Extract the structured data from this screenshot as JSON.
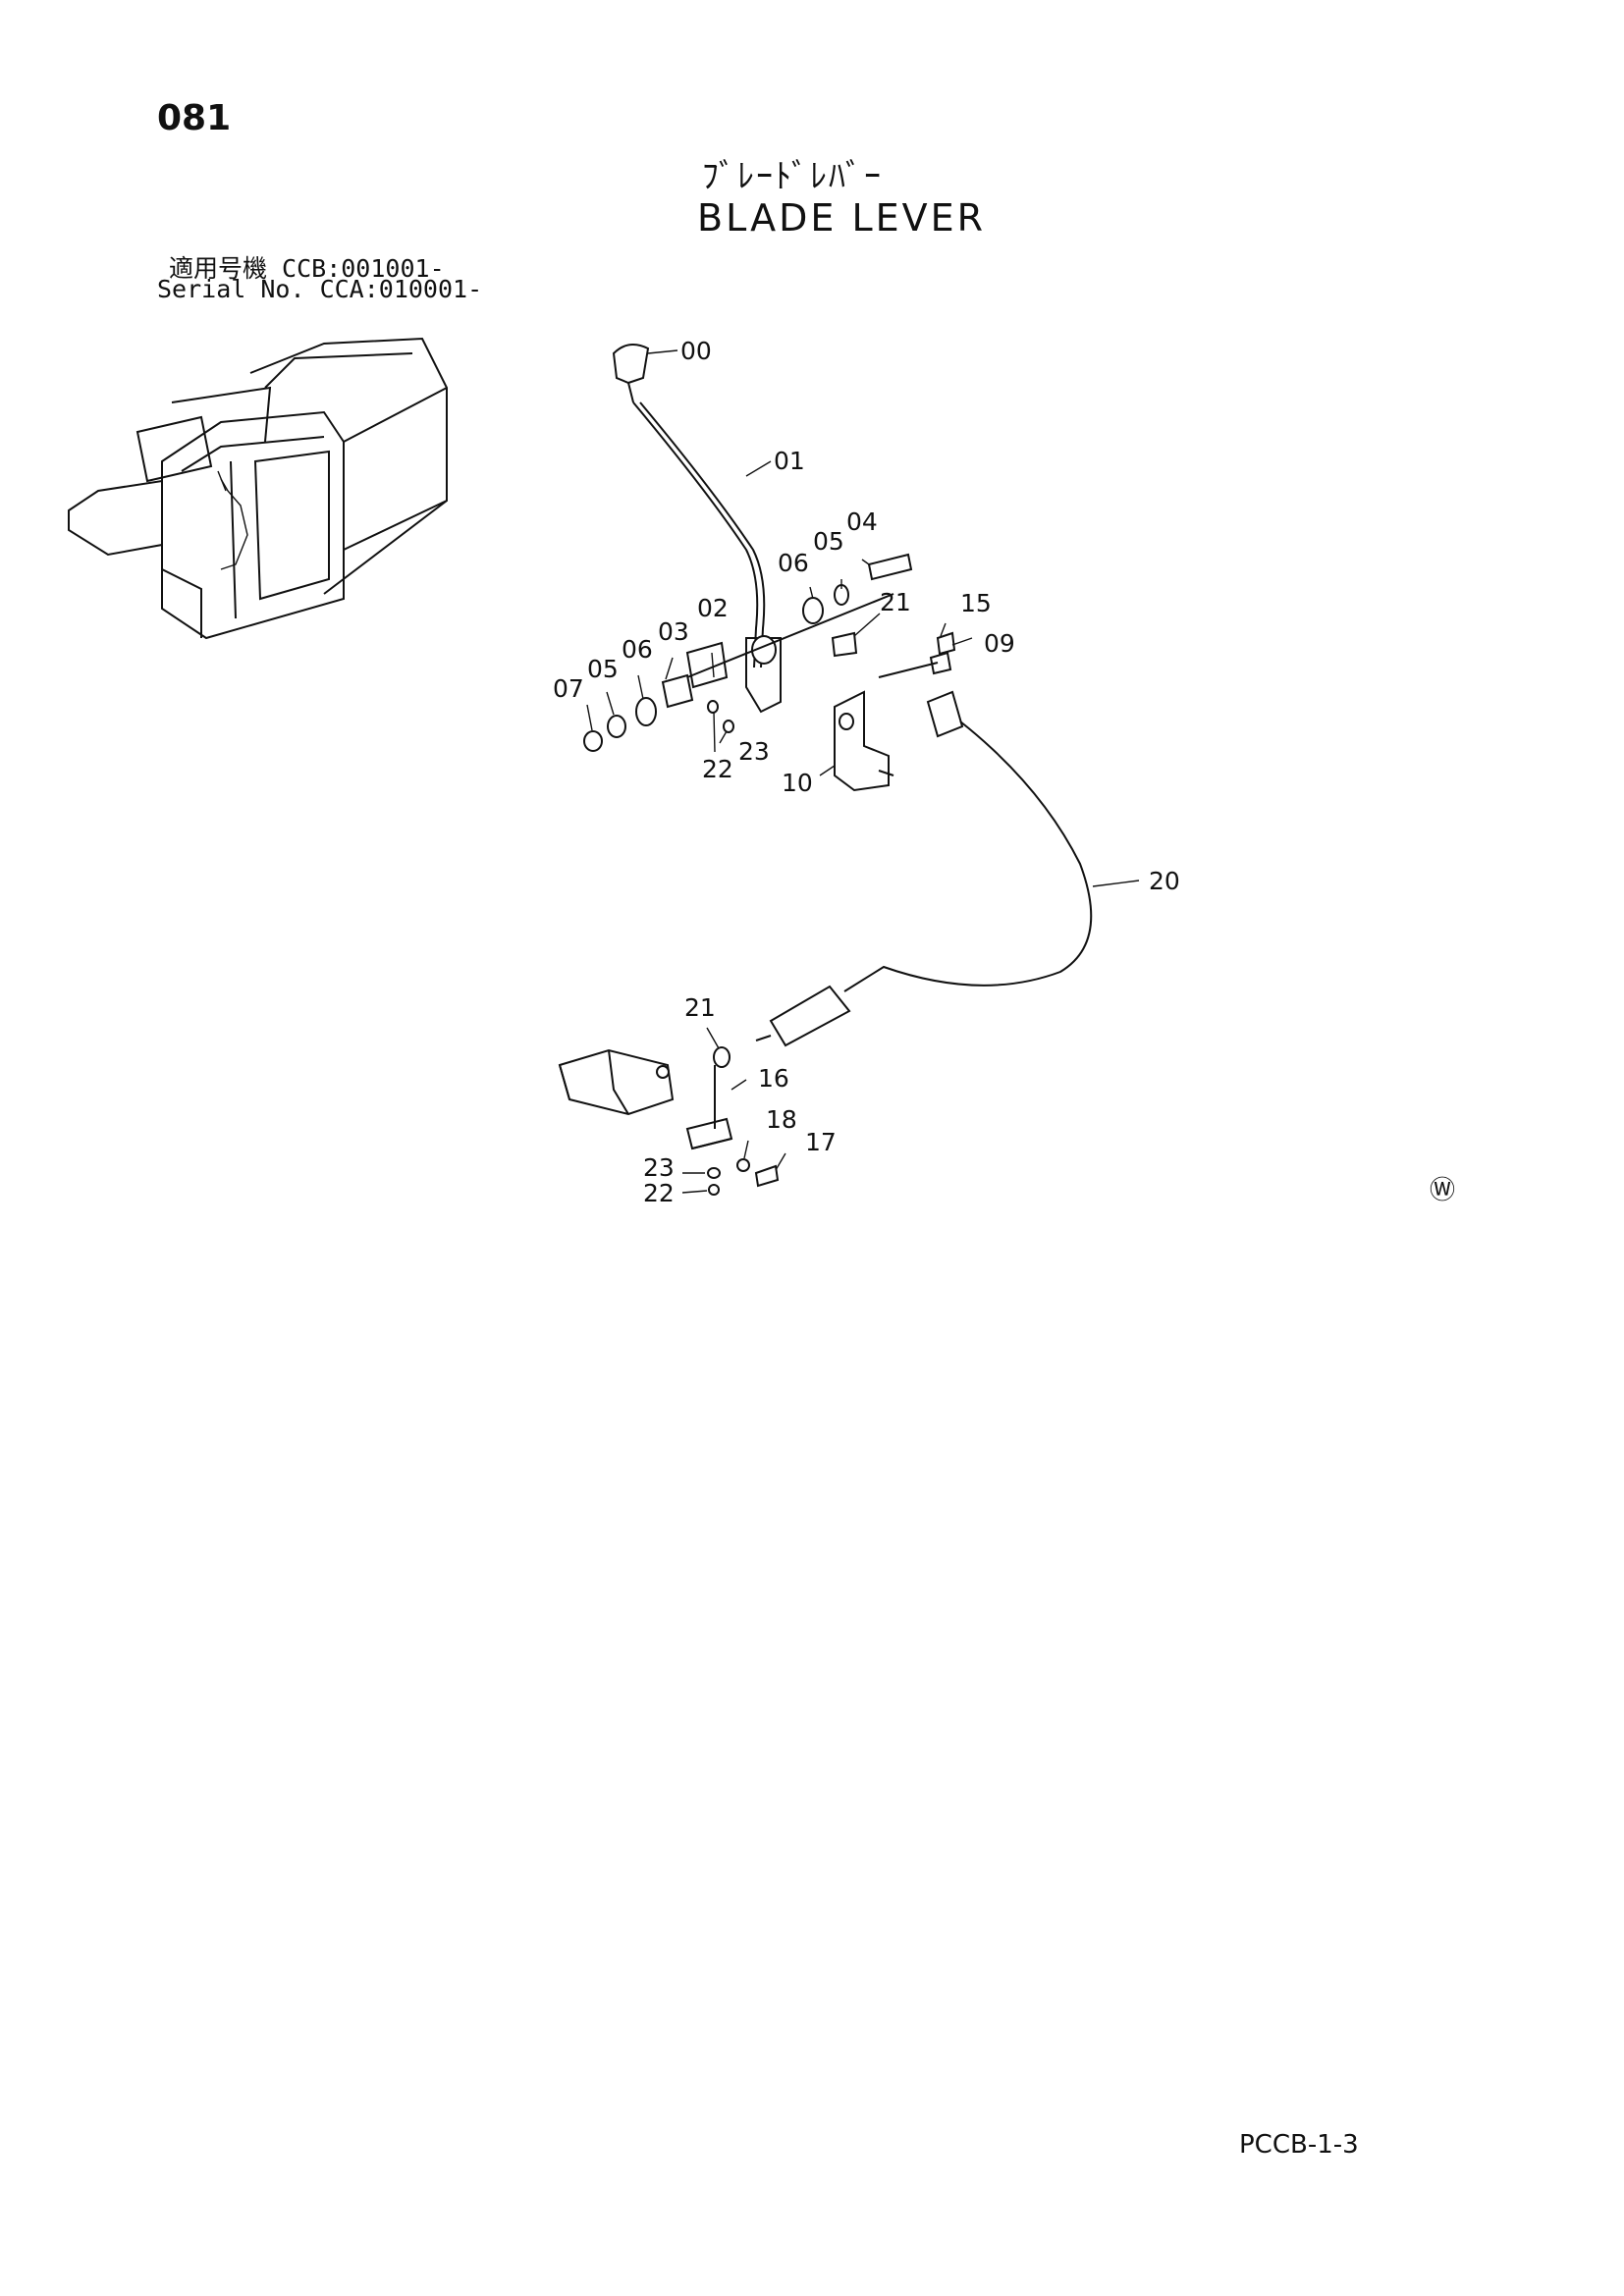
{
  "page_number": "081",
  "title_jp": "ﾌﾞﾚｰﾄﾞﾚﾊﾞｰ",
  "title_en": "BLADE LEVER",
  "serial_jp": "適用号機 CCB:001001-",
  "serial_en": "Serial No. CCA:010001-",
  "footer_code": "PCCB-1-3",
  "watermark_symbol": "Ⓦ",
  "callouts": {
    "c00": "00",
    "c01": "01",
    "c02": "02",
    "c03": "03",
    "c04": "04",
    "c05a": "05",
    "c05b": "05",
    "c06a": "06",
    "c06b": "06",
    "c07": "07",
    "c09": "09",
    "c10": "10",
    "c15": "15",
    "c16": "16",
    "c17": "17",
    "c18": "18",
    "c20": "20",
    "c21a": "21",
    "c21b": "21",
    "c22a": "22",
    "c22b": "22",
    "c23a": "23",
    "c23b": "23"
  }
}
